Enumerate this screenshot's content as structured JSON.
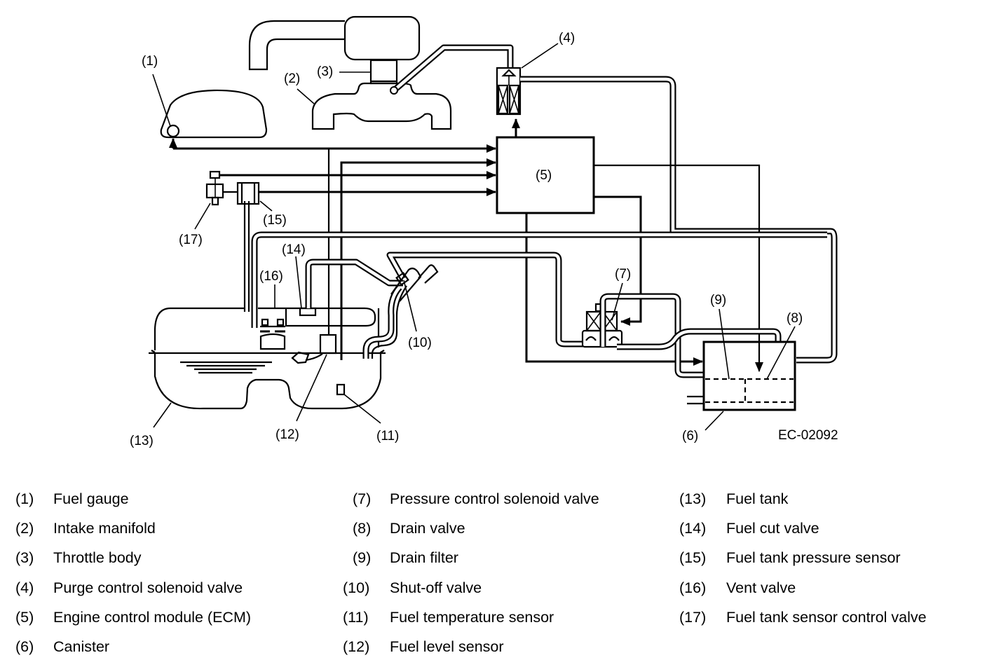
{
  "figure_id": "EC-02092",
  "callouts": {
    "c1": "(1)",
    "c2": "(2)",
    "c3": "(3)",
    "c4": "(4)",
    "c5": "(5)",
    "c6": "(6)",
    "c7": "(7)",
    "c8": "(8)",
    "c9": "(9)",
    "c10": "(10)",
    "c11": "(11)",
    "c12": "(12)",
    "c13": "(13)",
    "c14": "(14)",
    "c15": "(15)",
    "c16": "(16)",
    "c17": "(17)"
  },
  "legend": [
    {
      "num": "(1)",
      "label": "Fuel gauge"
    },
    {
      "num": "(2)",
      "label": "Intake manifold"
    },
    {
      "num": "(3)",
      "label": "Throttle body"
    },
    {
      "num": "(4)",
      "label": "Purge control solenoid valve"
    },
    {
      "num": "(5)",
      "label": "Engine control module (ECM)"
    },
    {
      "num": "(6)",
      "label": "Canister"
    },
    {
      "num": "(7)",
      "label": "Pressure control solenoid valve"
    },
    {
      "num": "(8)",
      "label": "Drain valve"
    },
    {
      "num": "(9)",
      "label": "Drain filter"
    },
    {
      "num": "(10)",
      "label": "Shut-off valve"
    },
    {
      "num": "(11)",
      "label": "Fuel temperature sensor"
    },
    {
      "num": "(12)",
      "label": "Fuel level sensor"
    },
    {
      "num": "(13)",
      "label": "Fuel tank"
    },
    {
      "num": "(14)",
      "label": "Fuel cut valve"
    },
    {
      "num": "(15)",
      "label": "Fuel tank pressure sensor"
    },
    {
      "num": "(16)",
      "label": "Vent valve"
    },
    {
      "num": "(17)",
      "label": "Fuel tank sensor control valve"
    }
  ]
}
